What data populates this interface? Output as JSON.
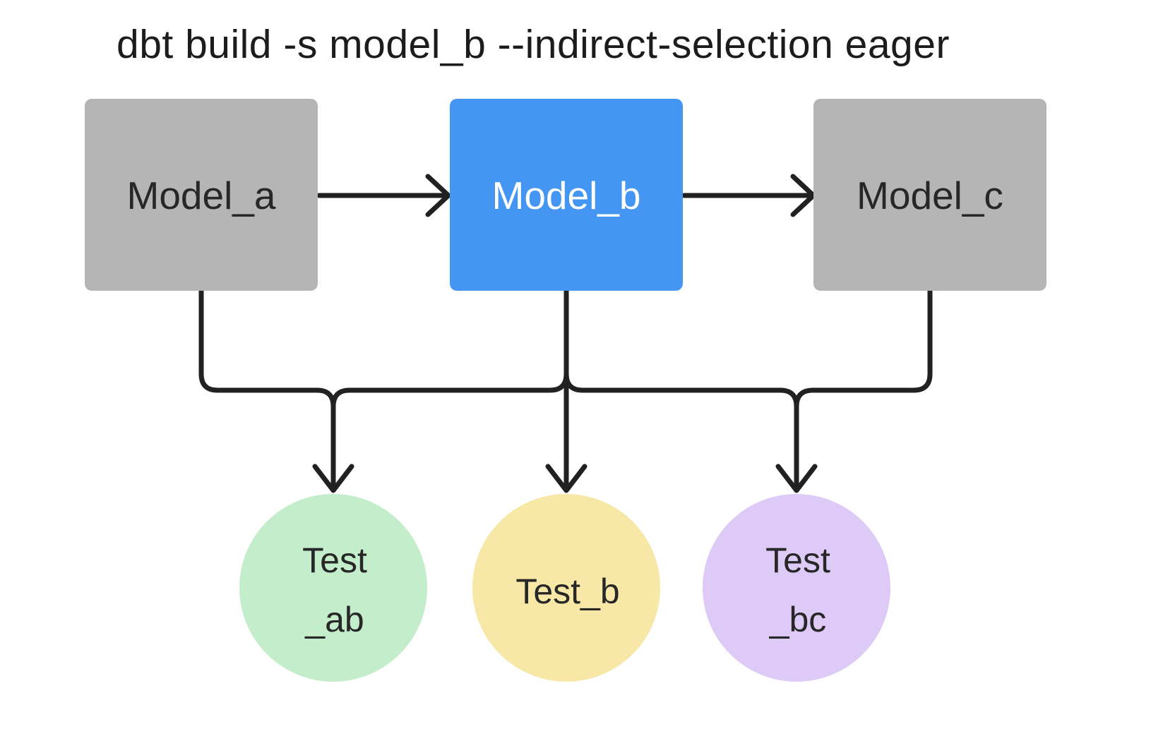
{
  "title": "dbt build -s model_b --indirect-selection eager",
  "colors": {
    "background": "#ffffff",
    "line": "#212121",
    "title_text": "#1c1c1c",
    "model_default_fill": "#b5b5b5",
    "model_selected_fill": "#4596f3",
    "dark_label": "#272727",
    "light_label": "#ffffff"
  },
  "diagram": {
    "models": [
      {
        "id": "model_a",
        "label": "Model_a",
        "fill": "#b5b5b5",
        "text_color": "#272727",
        "selected": false
      },
      {
        "id": "model_b",
        "label": "Model_b",
        "fill": "#4596f3",
        "text_color": "#ffffff",
        "selected": true
      },
      {
        "id": "model_c",
        "label": "Model_c",
        "fill": "#b5b5b5",
        "text_color": "#272727",
        "selected": false
      }
    ],
    "tests": [
      {
        "id": "test_ab",
        "line1": "Test",
        "line2": "_ab",
        "fill": "#c3edcb",
        "text_color": "#272727"
      },
      {
        "id": "test_b",
        "line1": "Test_b",
        "line2": "",
        "fill": "#f8e8a7",
        "text_color": "#272727"
      },
      {
        "id": "test_bc",
        "line1": "Test",
        "line2": "_bc",
        "fill": "#decaf6",
        "text_color": "#272727"
      }
    ],
    "edges": [
      {
        "from": "model_a",
        "to": "model_b"
      },
      {
        "from": "model_b",
        "to": "model_c"
      },
      {
        "from": "model_a",
        "to": "test_ab"
      },
      {
        "from": "model_b",
        "to": "test_ab"
      },
      {
        "from": "model_b",
        "to": "test_b"
      },
      {
        "from": "model_b",
        "to": "test_bc"
      },
      {
        "from": "model_c",
        "to": "test_bc"
      }
    ]
  }
}
